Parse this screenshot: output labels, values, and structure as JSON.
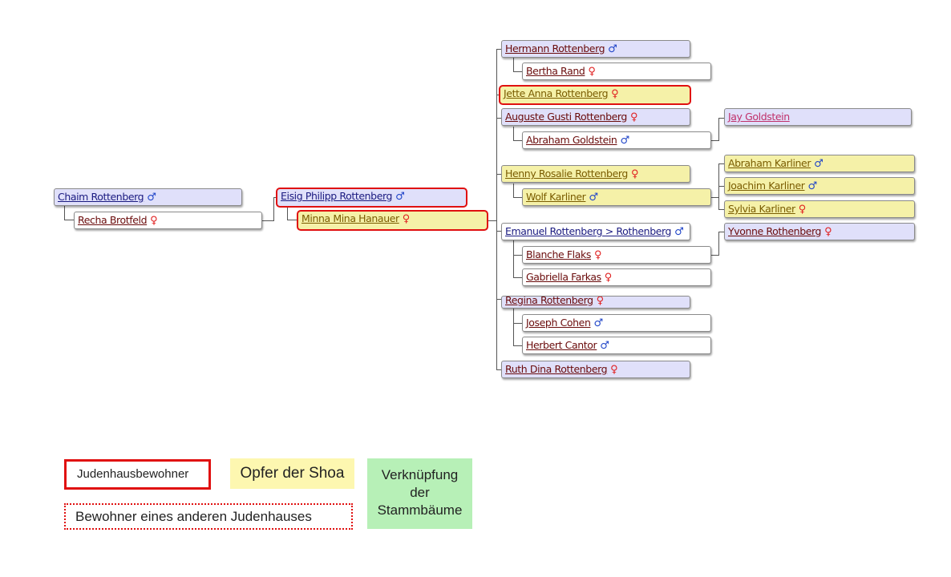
{
  "colors": {
    "male_box": "#e0e0fa",
    "female_box": "#ffffff",
    "shoa_box": "#f5f1a8",
    "judenhaus_border": "#e01010",
    "link_box": "#b7f0b7",
    "male_symbol": "#2045c8",
    "female_symbol": "#e02020"
  },
  "symbols": {
    "male": "♂",
    "female": "♀"
  },
  "tree": {
    "parents": {
      "chaim": {
        "name": "Chaim Rottenberg",
        "sex": "male"
      },
      "recha": {
        "name": "Recha Brotfeld",
        "sex": "female"
      }
    },
    "focus": {
      "eisig": {
        "name": "Eisig Philipp Rottenberg",
        "sex": "male",
        "judenhaus": true
      },
      "minna": {
        "name": "Minna Mina Hanauer",
        "sex": "female",
        "judenhaus": true,
        "shoa": true
      }
    },
    "children": [
      {
        "key": "hermann",
        "name": "Hermann Rottenberg",
        "sex": "male",
        "spouse": {
          "name": "Bertha Rand",
          "sex": "female"
        }
      },
      {
        "key": "jette",
        "name": "Jette Anna Rottenberg",
        "sex": "female",
        "judenhaus": true,
        "shoa": true
      },
      {
        "key": "auguste",
        "name": "Auguste Gusti Rottenberg",
        "sex": "female",
        "spouse": {
          "name": "Abraham Goldstein",
          "sex": "male"
        },
        "grandchildren": [
          {
            "name": "Jay Goldstein"
          }
        ]
      },
      {
        "key": "henny",
        "name": "Henny Rosalie Rottenberg",
        "sex": "female",
        "shoa": true,
        "spouse": {
          "name": "Wolf Karliner",
          "sex": "male",
          "shoa": true
        },
        "grandchildren": [
          {
            "name": "Abraham Karliner",
            "sex": "male",
            "shoa": true
          },
          {
            "name": "Joachim Karliner",
            "sex": "male",
            "shoa": true
          },
          {
            "name": "Sylvia Karliner",
            "sex": "female",
            "shoa": true
          }
        ]
      },
      {
        "key": "emanuel",
        "name": "Emanuel Rottenberg > Rothenberg",
        "sex": "male",
        "spouses": [
          {
            "name": "Blanche Flaks",
            "sex": "female"
          },
          {
            "name": "Gabriella Farkas",
            "sex": "female"
          }
        ],
        "grandchildren": [
          {
            "name": "Yvonne Rothenberg",
            "sex": "female"
          }
        ]
      },
      {
        "key": "regina",
        "name": "Regina Rottenberg",
        "sex": "female",
        "spouses": [
          {
            "name": "Joseph Cohen",
            "sex": "male"
          },
          {
            "name": "Herbert Cantor",
            "sex": "male"
          }
        ]
      },
      {
        "key": "ruth",
        "name": "Ruth Dina Rottenberg",
        "sex": "female"
      }
    ]
  },
  "legend": {
    "judenhausbewohner": "Judenhausbewohner",
    "opfer": "Opfer der Shoa",
    "verknuepfung": [
      "Verknüpfung",
      "der",
      "Stammbäume"
    ],
    "anderes_judenhaus": "Bewohner eines anderen Judenhauses"
  }
}
